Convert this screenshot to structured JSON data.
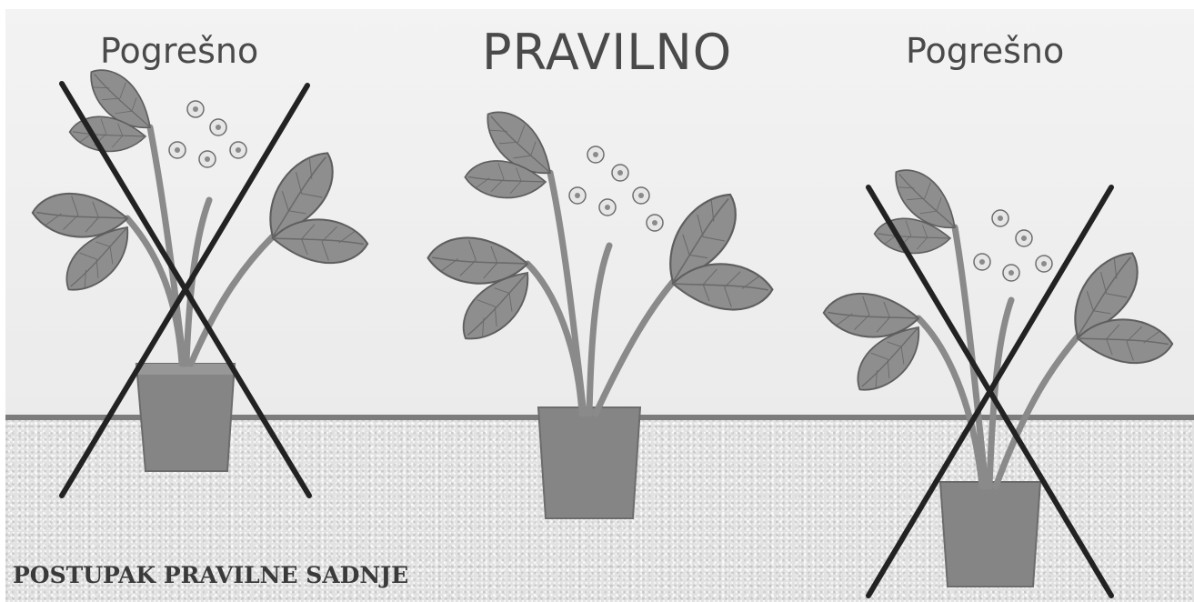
{
  "labels": {
    "left": "Pogrešno",
    "center": "PRAVILNO",
    "right": "Pogrešno"
  },
  "caption": "POSTUPAK PRAVILNE SADNJE",
  "colors": {
    "leaf": "#8e8e8e",
    "leaf_vein": "#6a6a6a",
    "stem": "#8a8a8a",
    "pot": "#858585",
    "cross": "#222222",
    "ground_line": "#7c7c7c"
  },
  "plants": [
    {
      "name": "left-plant",
      "placement": "too-high",
      "crossed": true
    },
    {
      "name": "center-plant",
      "placement": "correct",
      "crossed": false
    },
    {
      "name": "right-plant",
      "placement": "too-deep",
      "crossed": true
    }
  ]
}
